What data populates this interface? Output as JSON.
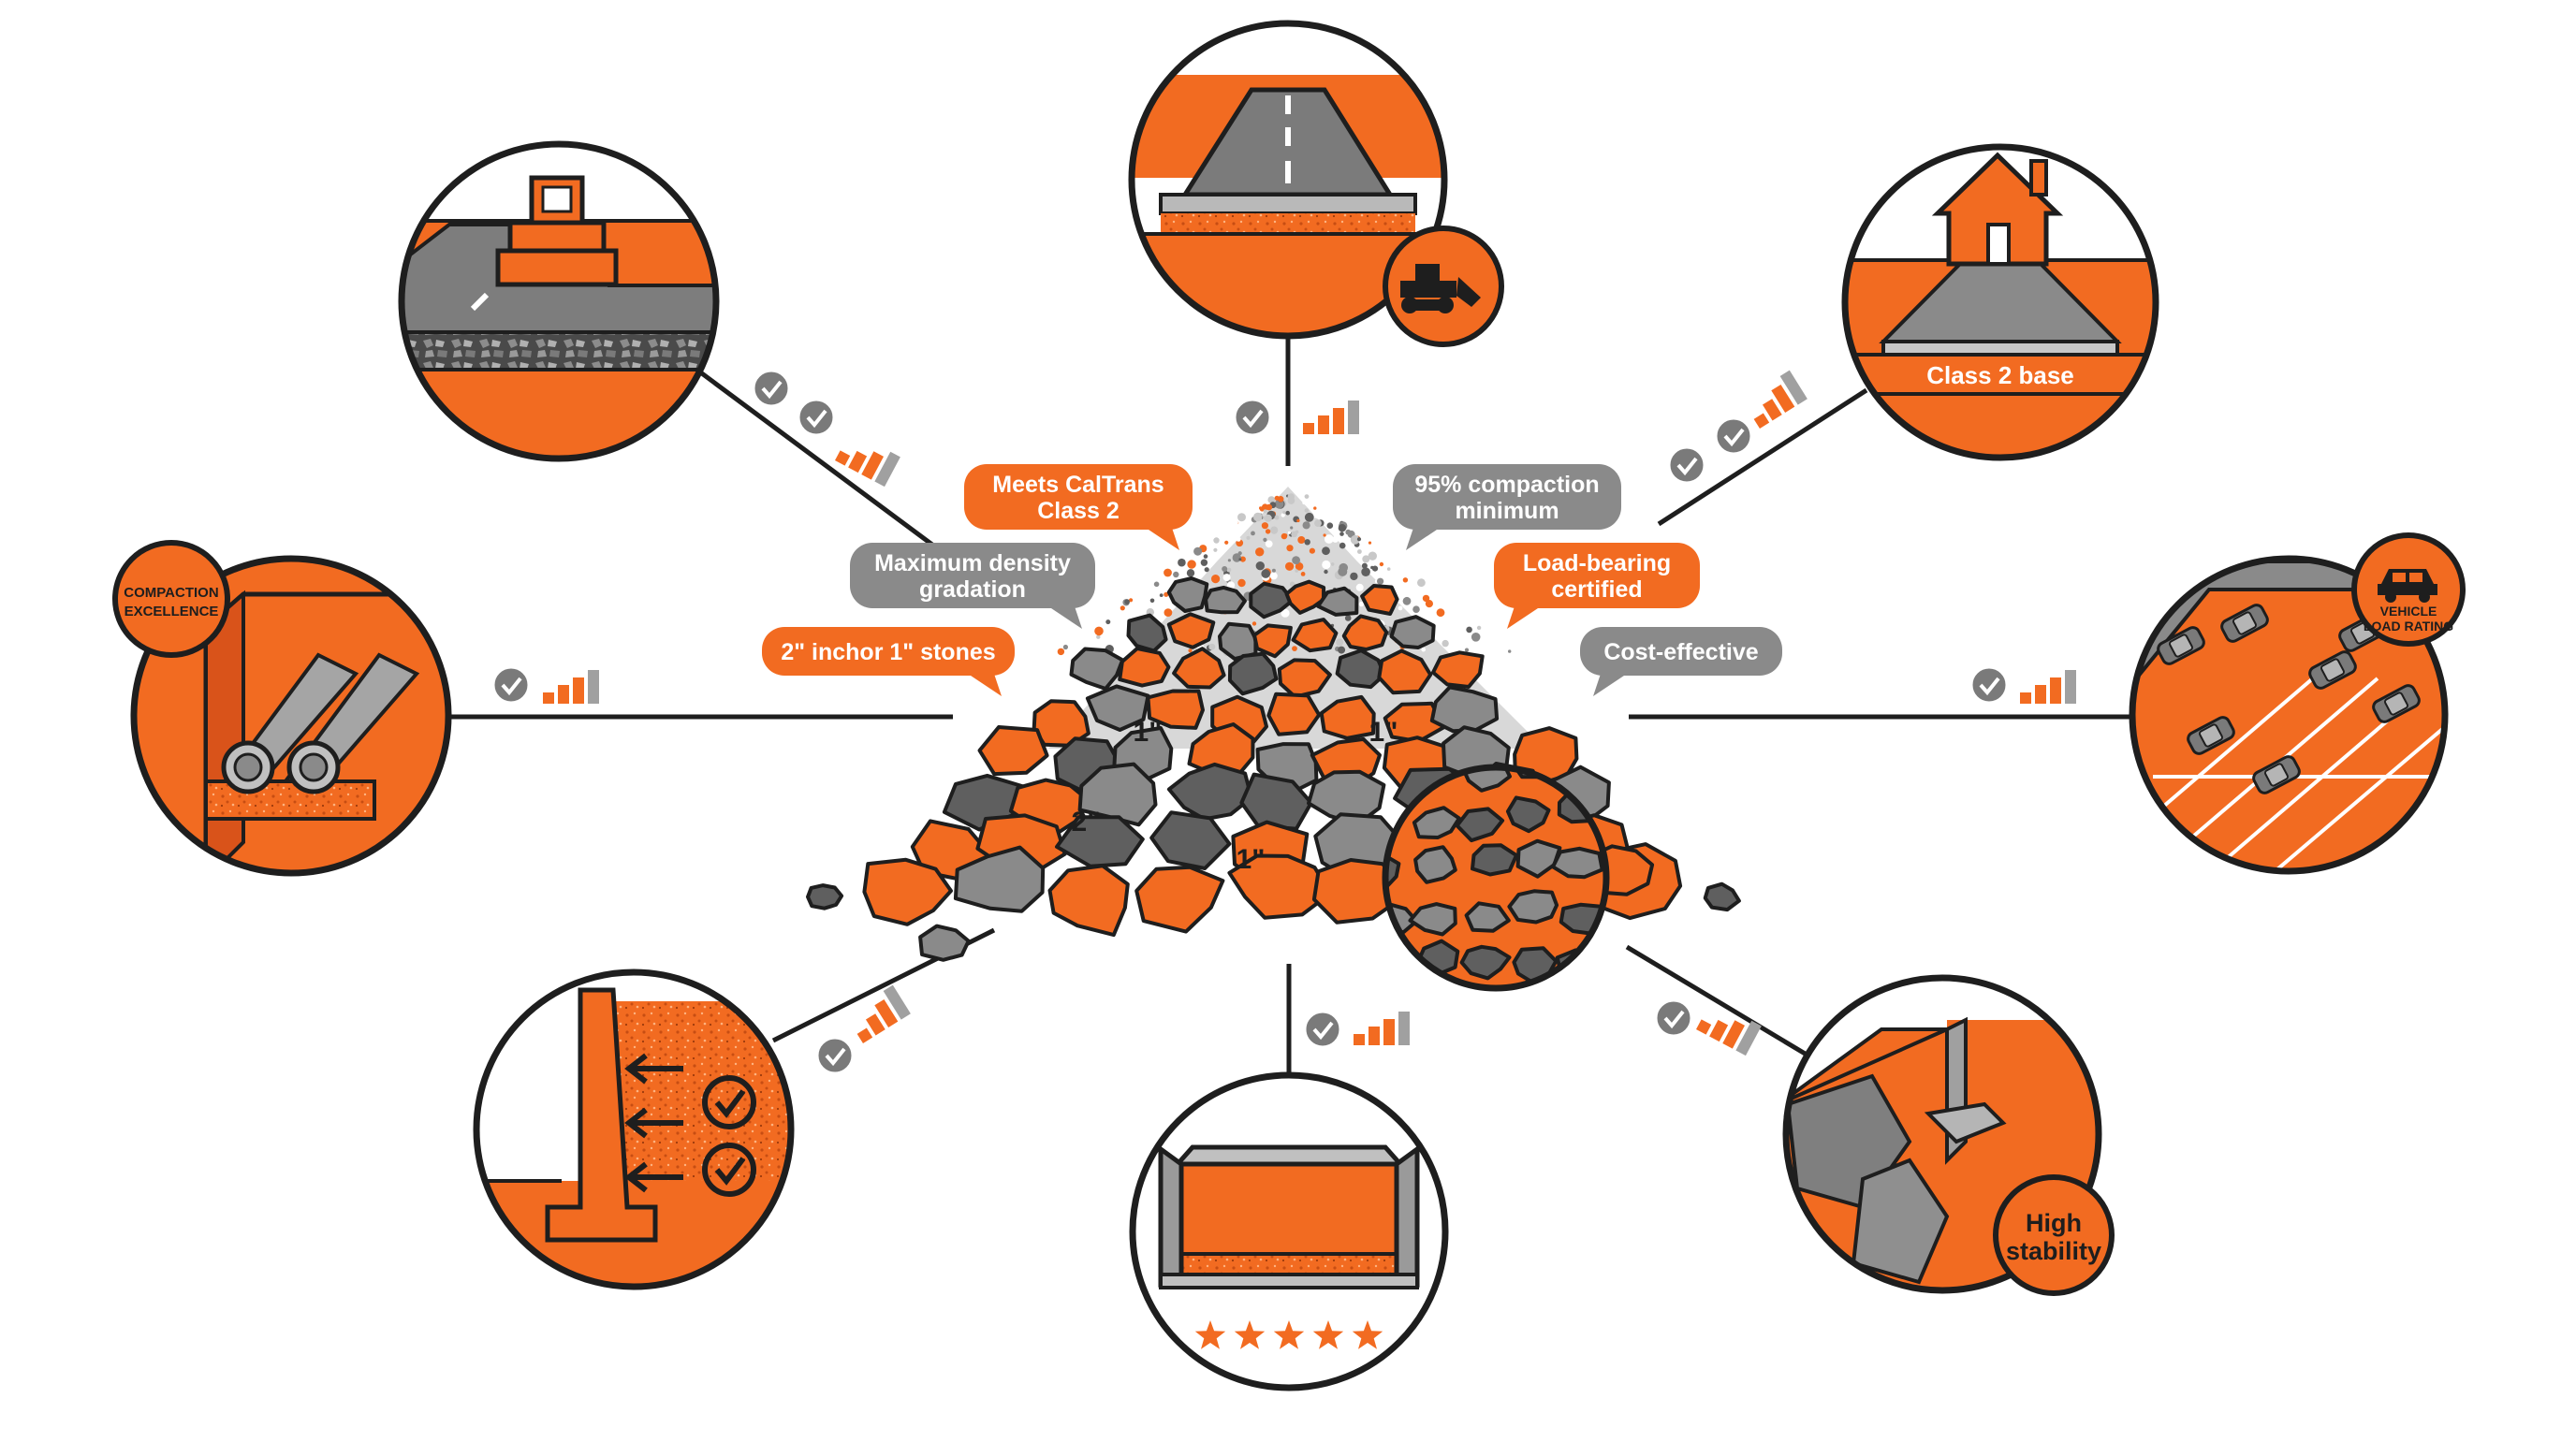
{
  "colors": {
    "orange": "#f26b21",
    "dark_orange": "#d9531a",
    "grey": "#8a8a8a",
    "dark_grey": "#5f5f5f",
    "light_grey": "#c8c8c8",
    "outline": "#1e1e1e",
    "white": "#ffffff"
  },
  "callouts": [
    {
      "id": "meets-caltrans",
      "lines": [
        "Meets CalTrans",
        "Class 2"
      ],
      "style": "orange"
    },
    {
      "id": "max-density",
      "lines": [
        "Maximum density",
        "gradation"
      ],
      "style": "grey"
    },
    {
      "id": "stones",
      "lines": [
        "2\" inchor 1\" stones"
      ],
      "style": "orange"
    },
    {
      "id": "compaction-min",
      "lines": [
        "95% compaction",
        "minimum"
      ],
      "style": "grey"
    },
    {
      "id": "load-bearing",
      "lines": [
        "Load-bearing",
        "certified"
      ],
      "style": "orange"
    },
    {
      "id": "cost-effective",
      "lines": [
        "Cost-effective"
      ],
      "style": "grey"
    }
  ],
  "stone_labels": [
    "1\"",
    "1\"",
    "2\"",
    "1\""
  ],
  "badges": {
    "compaction": [
      "COMPACTION",
      "EXCELLENCE"
    ],
    "vehicle": [
      "VEHICLE",
      "LOAD RATING"
    ],
    "stability": [
      "High",
      "stability"
    ]
  },
  "banner": "Class 2 base",
  "rating_stars": 5,
  "icons": {
    "check": "check-badge-icon",
    "bars": "signal-bars-icon",
    "bulldozer": "bulldozer-icon",
    "house": "house-icon",
    "car": "car-icon",
    "star": "star-icon"
  }
}
